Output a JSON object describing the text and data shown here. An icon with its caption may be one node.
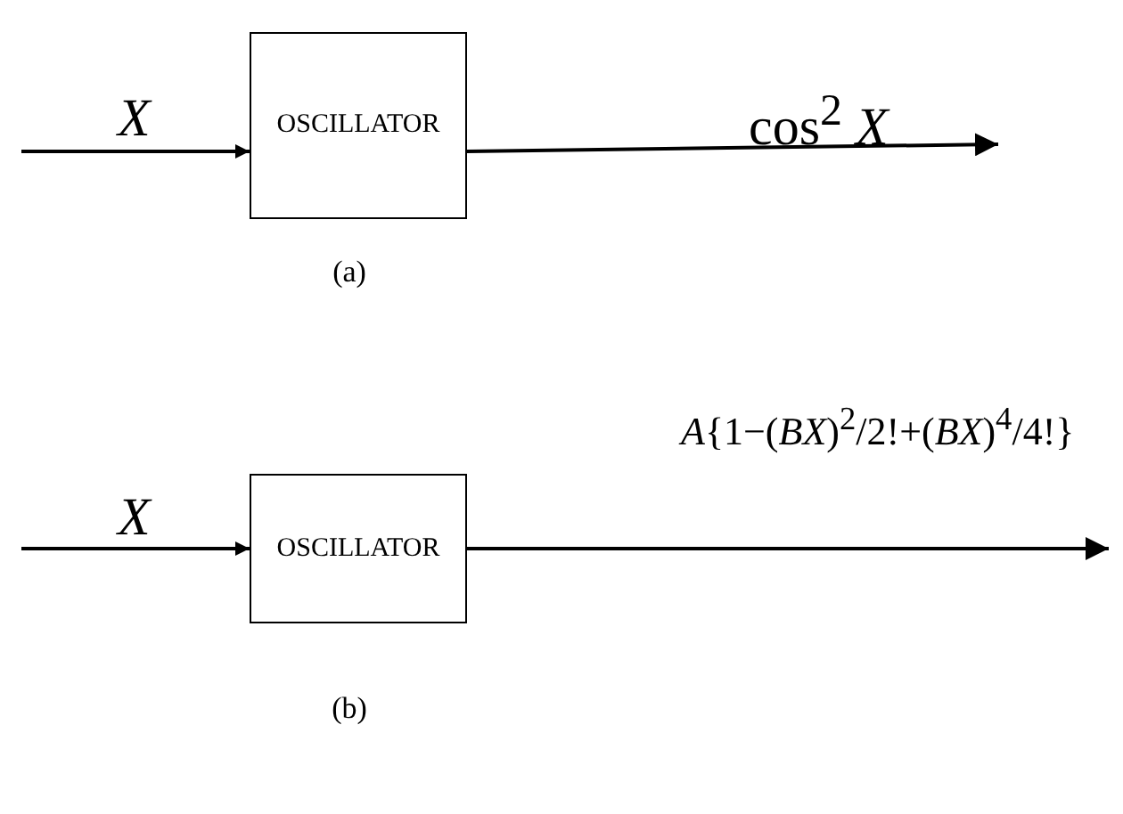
{
  "diagram": {
    "nodes": [
      {
        "text": [
          "OSCILLATOR"
        ],
        "beside": [
          "(a)"
        ]
      },
      {
        "text": [
          "OSCILLATOR"
        ],
        "beside": [
          "(b)"
        ]
      }
    ],
    "edges": [
      {
        "from": null,
        "to": 0,
        "arrow": "to",
        "label": "X"
      },
      {
        "from": 0,
        "to": null,
        "arrow": "to",
        "label": "cos$^{2}$ *X*"
      },
      {
        "from": null,
        "to": 1,
        "arrow": "to",
        "label": "X"
      },
      {
        "from": 1,
        "to": null,
        "arrow": "to",
        "label": "*A*{1−(*BX*)$^{2}$/2!+(*BX*)$^{4}$/4!}"
      }
    ]
  }
}
